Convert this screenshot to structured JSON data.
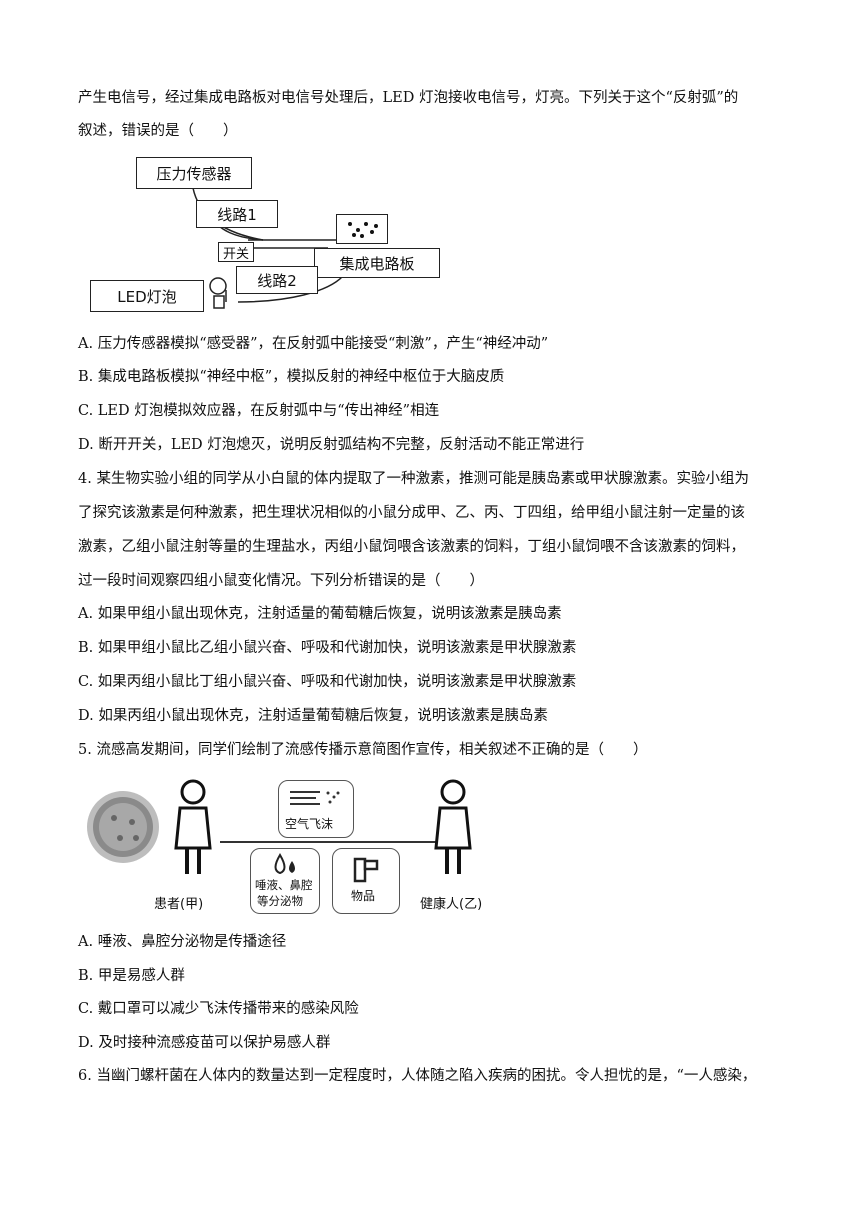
{
  "q3": {
    "intro_line1": "产生电信号，经过集成电路板对电信号处理后，LED 灯泡接收电信号，灯亮。下列关于这个“反射弧”的",
    "intro_line2": "叙述，错误的是（　　）",
    "diagram": {
      "sensor": "压力传感器",
      "line1": "线路1",
      "switch": "开关",
      "line2": "线路2",
      "board": "集成电路板",
      "led": "LED灯泡"
    },
    "options": [
      "A. 压力传感器模拟“感受器”，在反射弧中能接受“刺激”，产生“神经冲动”",
      "B. 集成电路板模拟“神经中枢”，模拟反射的神经中枢位于大脑皮质",
      "C. LED 灯泡模拟效应器，在反射弧中与“传出神经”相连",
      "D. 断开开关，LED 灯泡熄灭，说明反射弧结构不完整，反射活动不能正常进行"
    ]
  },
  "q4": {
    "lines": [
      "4. 某生物实验小组的同学从小白鼠的体内提取了一种激素，推测可能是胰岛素或甲状腺激素。实验小组为",
      "了探究该激素是何种激素，把生理状况相似的小鼠分成甲、乙、丙、丁四组，给甲组小鼠注射一定量的该",
      "激素，乙组小鼠注射等量的生理盐水，丙组小鼠饲喂含该激素的饲料，丁组小鼠饲喂不含该激素的饲料，",
      "过一段时间观察四组小鼠变化情况。下列分析错误的是（　　）"
    ],
    "options": [
      "A. 如果甲组小鼠出现休克，注射适量的葡萄糖后恢复，说明该激素是胰岛素",
      "B. 如果甲组小鼠比乙组小鼠兴奋、呼吸和代谢加快，说明该激素是甲状腺激素",
      "C. 如果丙组小鼠比丁组小鼠兴奋、呼吸和代谢加快，说明该激素是甲状腺激素",
      "D. 如果丙组小鼠出现休克，注射适量葡萄糖后恢复，说明该激素是胰岛素"
    ]
  },
  "q5": {
    "stem": "5. 流感高发期间，同学们绘制了流感传播示意简图作宣传，相关叙述不正确的是（　　）",
    "diagram": {
      "air_label": "空气飞沫",
      "saliva_label_1": "唾液、鼻腔",
      "saliva_label_2": "等分泌物",
      "items_label": "物品",
      "patient_label": "患者(甲)",
      "healthy_label": "健康人(乙)"
    },
    "options": [
      "A. 唾液、鼻腔分泌物是传播途径",
      "B. 甲是易感人群",
      "C. 戴口罩可以减少飞沫传播带来的感染风险",
      "D. 及时接种流感疫苗可以保护易感人群"
    ]
  },
  "q6": {
    "stem": "6. 当幽门螺杆菌在人体内的数量达到一定程度时，人体随之陷入疾病的困扰。令人担忧的是，“一人感染，"
  }
}
